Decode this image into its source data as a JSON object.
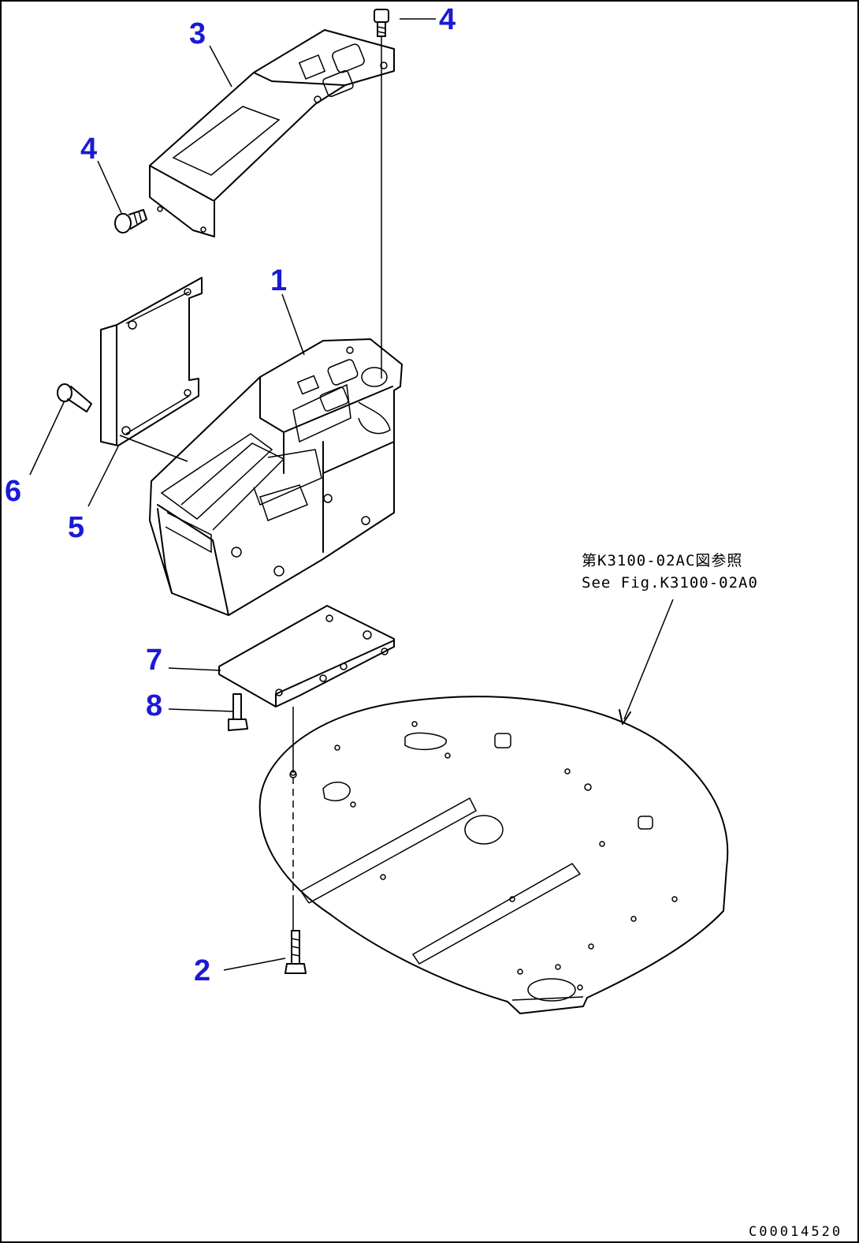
{
  "labels": {
    "part_1": "1",
    "part_2": "2",
    "part_3": "3",
    "part_4_top": "4",
    "part_4_left": "4",
    "part_5": "5",
    "part_6": "6",
    "part_7": "7",
    "part_8": "8"
  },
  "reference_note": {
    "line1": "第K3100-02AC図参照",
    "line2": "See Fig.K3100-02A0"
  },
  "drawing_code": "C00014520",
  "colors": {
    "label": "#1a1ad6",
    "line": "#000000"
  }
}
